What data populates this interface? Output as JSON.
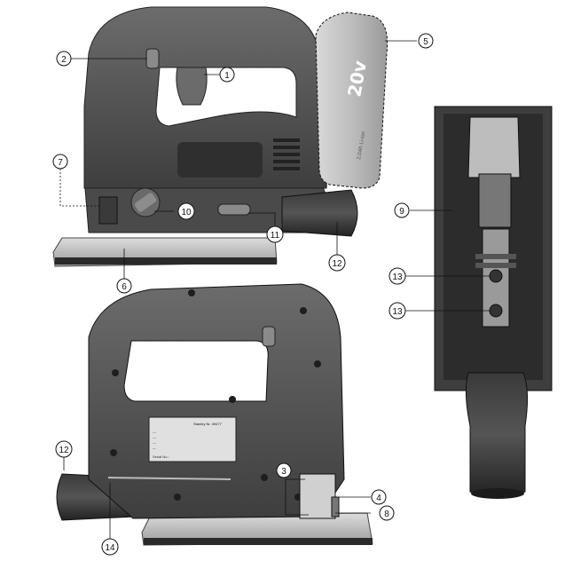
{
  "battery": {
    "voltage_label": "20v",
    "capacity_label": "2.0Ah Li-ion"
  },
  "rating_label": {
    "title": "Stanley Nr. 49477",
    "rows": [
      "—",
      "—",
      "—",
      "—"
    ],
    "serial": "Serial No.:"
  },
  "callouts": [
    {
      "id": "c1",
      "num": "1"
    },
    {
      "id": "c2",
      "num": "2"
    },
    {
      "id": "c3",
      "num": "3"
    },
    {
      "id": "c4",
      "num": "4"
    },
    {
      "id": "c5",
      "num": "5"
    },
    {
      "id": "c6",
      "num": "6"
    },
    {
      "id": "c7",
      "num": "7"
    },
    {
      "id": "c8",
      "num": "8"
    },
    {
      "id": "c9",
      "num": "9"
    },
    {
      "id": "c10",
      "num": "10"
    },
    {
      "id": "c11",
      "num": "11"
    },
    {
      "id": "c12a",
      "num": "12"
    },
    {
      "id": "c12b",
      "num": "12"
    },
    {
      "id": "c13a",
      "num": "13"
    },
    {
      "id": "c13b",
      "num": "13"
    },
    {
      "id": "c14",
      "num": "14"
    }
  ],
  "colors": {
    "body": "#5b5b5b",
    "dark": "#2f2f2f",
    "light": "#8a8a8a",
    "base": "#c9c9c9"
  }
}
